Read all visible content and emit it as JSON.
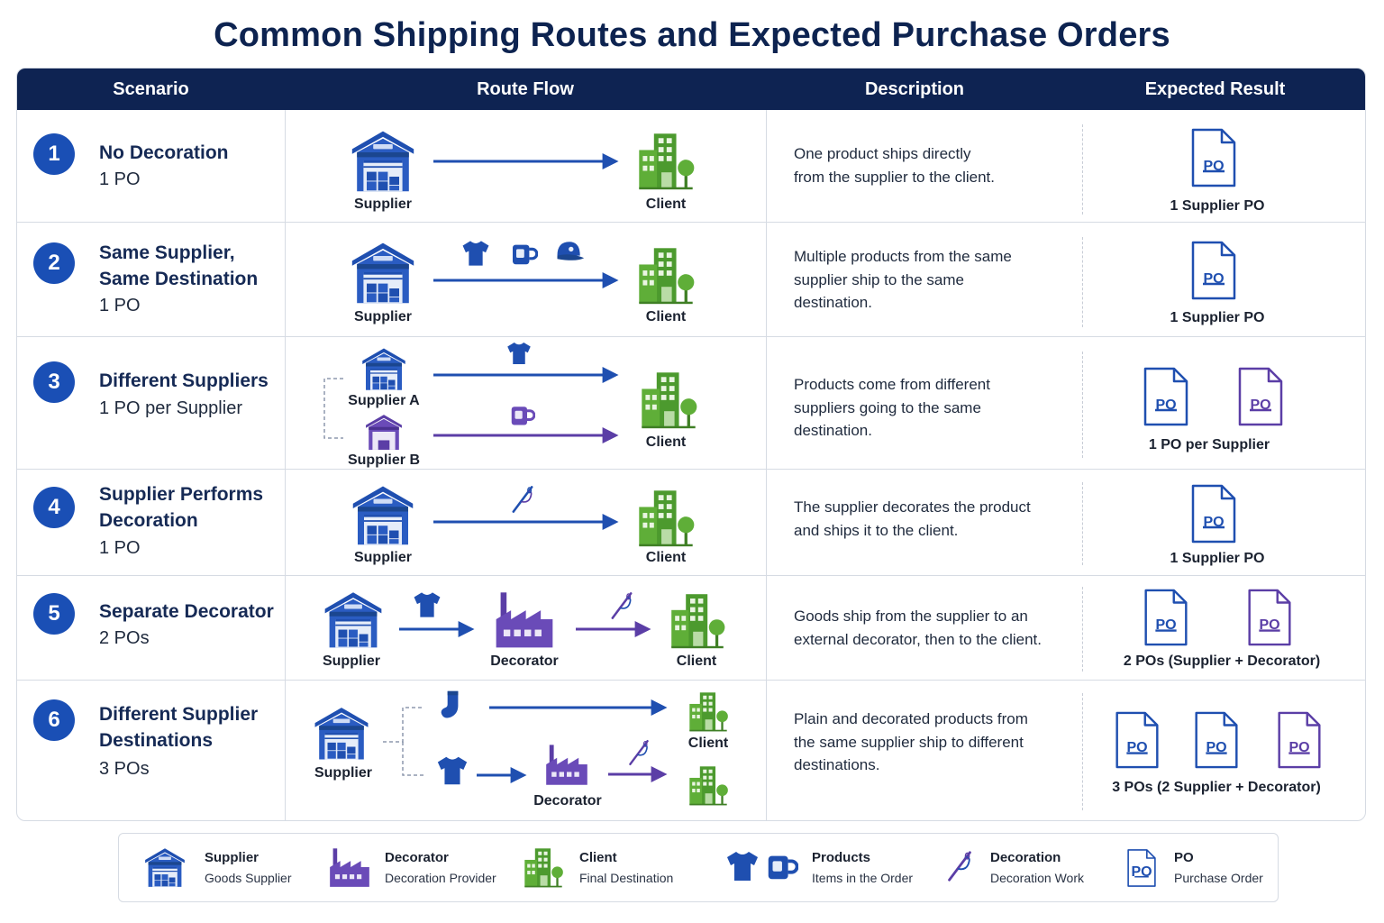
{
  "title": "Common Shipping Routes and Expected Purchase Orders",
  "headers": [
    "Scenario",
    "Route Flow",
    "Description",
    "Expected Result"
  ],
  "colors": {
    "header": "#0e2352",
    "supplier": "#1f4fb0",
    "decorator": "#5b3ea6",
    "client": "#4c9a2e",
    "accent": "#1a4fb5"
  },
  "scenarios": [
    {
      "num": "1",
      "title": [
        "No Decoration"
      ],
      "sub": "1 PO",
      "desc": [
        "One product ships directly",
        "from the supplier to the client."
      ],
      "result": "1 Supplier PO",
      "labels": {
        "supplier": "Supplier",
        "client": "Client"
      }
    },
    {
      "num": "2",
      "title": [
        "Same Supplier,",
        "Same Destination"
      ],
      "sub": "1 PO",
      "desc": [
        "Multiple products from the same",
        "supplier ship to the same",
        "destination."
      ],
      "result": "1 Supplier PO",
      "labels": {
        "supplier": "Supplier",
        "client": "Client"
      }
    },
    {
      "num": "3",
      "title": [
        "Different Suppliers"
      ],
      "sub": "1 PO per Supplier",
      "desc": [
        "Products come from different",
        "suppliers going to the same",
        "destination."
      ],
      "result": "1 PO per Supplier",
      "labels": {
        "supplierA": "Supplier A",
        "supplierB": "Supplier B",
        "client": "Client"
      }
    },
    {
      "num": "4",
      "title": [
        "Supplier Performs",
        "Decoration"
      ],
      "sub": "1 PO",
      "desc": [
        "The supplier decorates the product",
        "and ships it to the client."
      ],
      "result": "1 Supplier PO",
      "labels": {
        "supplier": "Supplier",
        "client": "Client"
      }
    },
    {
      "num": "5",
      "title": [
        "Separate Decorator"
      ],
      "sub": "2 POs",
      "desc": [
        "Goods ship from the supplier to an",
        "external decorator, then to the client."
      ],
      "result": "2 POs (Supplier + Decorator)",
      "labels": {
        "supplier": "Supplier",
        "decorator": "Decorator",
        "client": "Client"
      }
    },
    {
      "num": "6",
      "title": [
        "Different Supplier",
        "Destinations"
      ],
      "sub": "3 POs",
      "desc": [
        "Plain and decorated products from",
        "the same supplier ship to different",
        "destinations."
      ],
      "result": "3 POs (2 Supplier + Decorator)",
      "labels": {
        "supplier": "Supplier",
        "client": "Client",
        "decorator": "Decorator"
      }
    }
  ],
  "po_label": "PO",
  "legend": [
    {
      "title": "Supplier",
      "sub": "Goods Supplier",
      "icon": "warehouse-icon"
    },
    {
      "title": "Decorator",
      "sub": "Decoration Provider",
      "icon": "factory-icon"
    },
    {
      "title": "Client",
      "sub": "Final Destination",
      "icon": "building-icon"
    },
    {
      "title": "Products",
      "sub": "Items in the Order",
      "icon": "tshirt-mug-icon"
    },
    {
      "title": "Decoration",
      "sub": "Decoration Work",
      "icon": "needle-icon"
    },
    {
      "title": "PO",
      "sub": "Purchase Order",
      "icon": "po-document-icon"
    }
  ]
}
